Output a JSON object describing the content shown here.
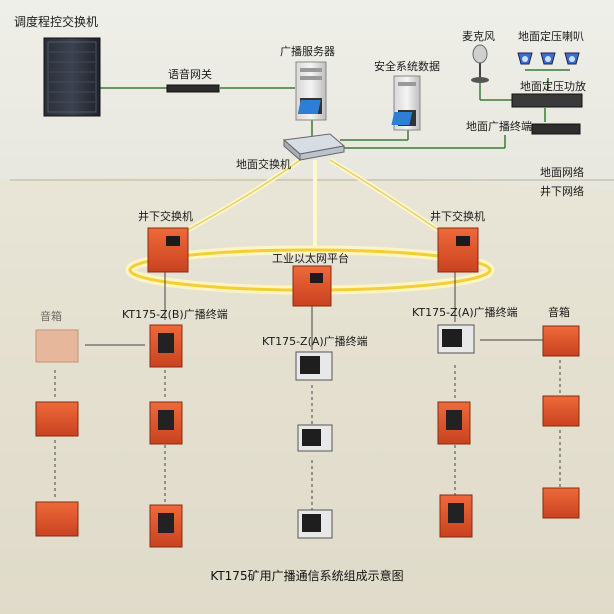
{
  "labels": {
    "dispatch_switch": "调度程控交换机",
    "voice_gateway": "语音网关",
    "broadcast_server": "广播服务器",
    "safety_data": "安全系统数据",
    "microphone": "麦克风",
    "ground_speaker": "地面定压喇叭",
    "ground_amplifier": "地面定压功放",
    "ground_terminal": "地面广播终端",
    "ground_switch": "地面交换机",
    "ground_network": "地面网络",
    "underground_network": "井下网络",
    "underground_switch_left": "井下交换机",
    "underground_switch_right": "井下交换机",
    "ethernet_platform": "工业以太网平台",
    "terminal_b": "KT175-Z(B)广播终端",
    "terminal_a_center": "KT175-Z(A)广播终端",
    "terminal_a_right": "KT175-Z(A)广播终端",
    "speaker_box_left": "音箱",
    "speaker_box_right": "音箱"
  },
  "caption": "KT175矿用广播通信系统组成示意图",
  "colors": {
    "orange": "#e0542a",
    "ring": "#f5d84a",
    "line_green": "#3a7a3a",
    "line_gray": "#8a8a8a"
  }
}
